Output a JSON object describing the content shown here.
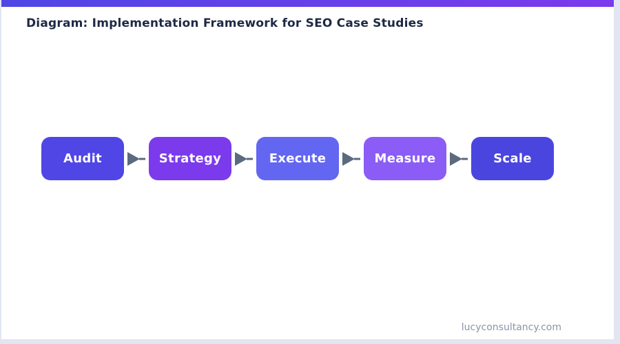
{
  "page": {
    "title": "Diagram: Implementation Framework for SEO Case Studies",
    "footer": "lucyconsultancy.com"
  },
  "colors": {
    "topbar_gradient_start": "#4f46e5",
    "topbar_gradient_end": "#7c3aed",
    "title_text": "#1e2a44",
    "footer_text": "#8a94a8",
    "arrow": "#5b6a7e",
    "frame_border": "#e2e6f2",
    "background": "#ffffff"
  },
  "diagram": {
    "type": "horizontal-flow",
    "steps": [
      {
        "label": "Audit",
        "color": "#4f46e5"
      },
      {
        "label": "Strategy",
        "color": "#7c3aed"
      },
      {
        "label": "Execute",
        "color": "#6366f1"
      },
      {
        "label": "Measure",
        "color": "#8b5cf6"
      },
      {
        "label": "Scale",
        "color": "#4b45df"
      }
    ],
    "connector": "right-arrow"
  }
}
